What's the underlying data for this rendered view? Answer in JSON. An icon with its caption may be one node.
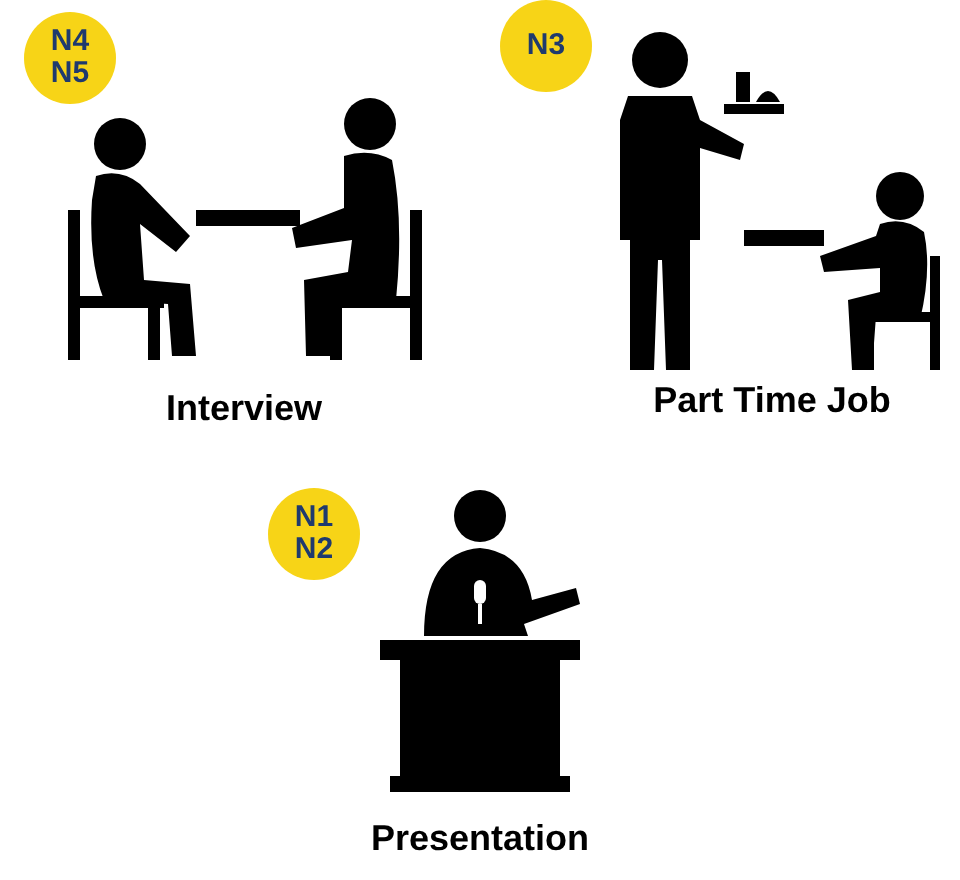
{
  "diagram": {
    "nodes": [
      {
        "text": [
          "N4 N5"
        ]
      },
      {
        "text": [
          "N3"
        ]
      },
      {
        "text": [
          "N1 N2"
        ]
      }
    ],
    "labels": [
      "Interview",
      "Part Time Job",
      "Presentation"
    ]
  }
}
